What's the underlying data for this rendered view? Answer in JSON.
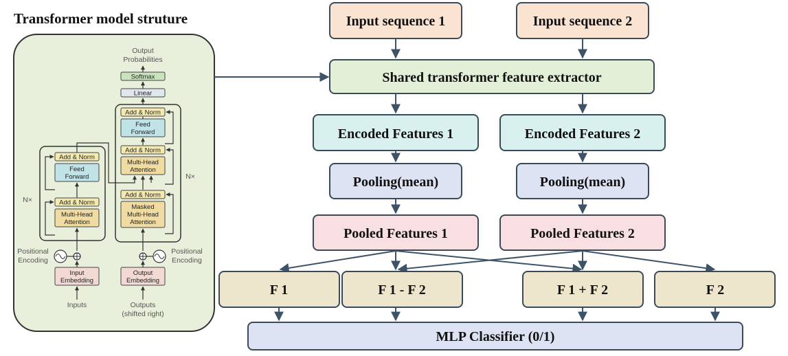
{
  "title": "Transformer model struture",
  "transformer": {
    "output_probabilities": [
      "Output",
      "Probabilities"
    ],
    "softmax": "Softmax",
    "linear": "Linear",
    "add_norm": "Add & Norm",
    "feed_forward": [
      "Feed",
      "Forward"
    ],
    "multi_head_attention": [
      "Multi-Head",
      "Attention"
    ],
    "masked_multi_head_attention": [
      "Masked",
      "Multi-Head",
      "Attention"
    ],
    "nx": "N×",
    "positional_encoding": [
      "Positional",
      "Encoding"
    ],
    "input_embedding": [
      "Input",
      "Embedding"
    ],
    "output_embedding": [
      "Output",
      "Embedding"
    ],
    "inputs": "Inputs",
    "outputs": [
      "Outputs",
      "(shifted right)"
    ]
  },
  "pipeline": {
    "input_seq_1": "Input sequence 1",
    "input_seq_2": "Input sequence 2",
    "shared_extractor": "Shared transformer feature extractor",
    "encoded_1": "Encoded Features 1",
    "encoded_2": "Encoded Features 2",
    "pooling_1": "Pooling(mean)",
    "pooling_2": "Pooling(mean)",
    "pooled_1": "Pooled Features 1",
    "pooled_2": "Pooled Features 2",
    "f1": "F 1",
    "f1_minus_f2": "F 1 - F 2",
    "f1_plus_f2": "F 1 + F 2",
    "f2": "F 2",
    "classifier": "MLP Classifier (0/1)"
  },
  "colors": {
    "peach": "#fbe3d2",
    "green": "#e3efd6",
    "cyan": "#d9f1ee",
    "lavender": "#dde3f3",
    "pink": "#f8dfe1",
    "tan": "#ede5cc",
    "panel": "#e8f0db",
    "border": "#3a4a5a",
    "arrow": "#3d5368"
  }
}
